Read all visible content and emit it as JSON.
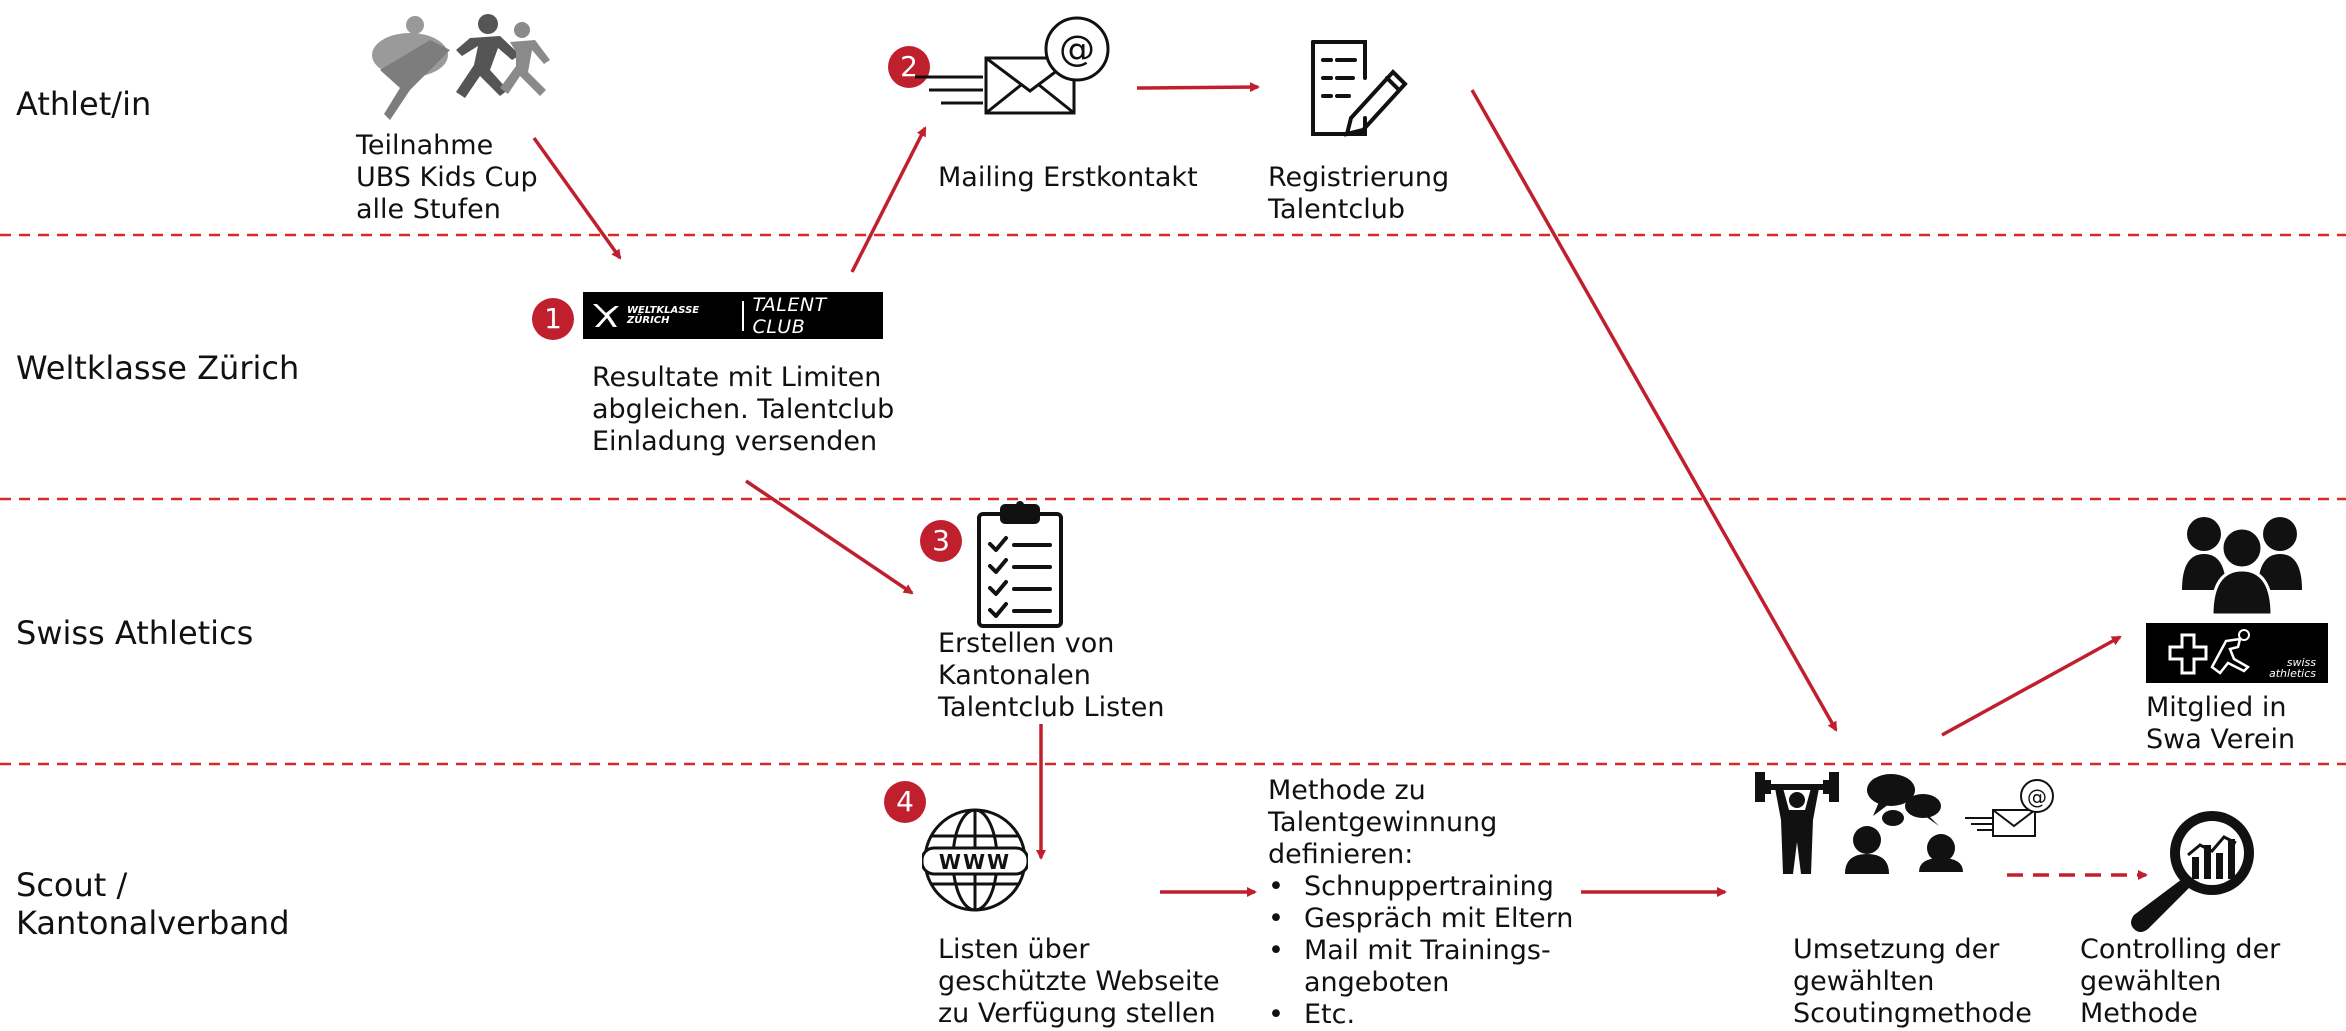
{
  "lanes": [
    {
      "label": "Athlet/in"
    },
    {
      "label": "Weltklasse Zürich"
    },
    {
      "label": "Swiss Athletics"
    },
    {
      "label_lines": [
        "Scout /",
        "Kantonalverband"
      ]
    }
  ],
  "badges": [
    "1",
    "2",
    "3",
    "4"
  ],
  "logos": {
    "talent_club": {
      "left_lines": [
        "WELTKLASSE",
        "ZÜRICH"
      ],
      "right": "TALENT CLUB"
    },
    "swiss_athletics": {
      "lines": [
        "swiss",
        "athletics"
      ]
    }
  },
  "nodes": {
    "teilnahme": [
      "Teilnahme",
      "UBS Kids Cup",
      "alle Stufen"
    ],
    "mailing": [
      "Mailing Erstkontakt"
    ],
    "registrierung": [
      "Registrierung",
      "Talentclub"
    ],
    "resultate": [
      "Resultate mit Limiten",
      "abgleichen. Talentclub",
      "Einladung versenden"
    ],
    "erstellen": [
      "Erstellen von",
      "Kantonalen",
      "Talentclub Listen"
    ],
    "mitglied": [
      "Mitglied in",
      "Swa Verein"
    ],
    "listen": [
      "Listen über",
      "geschützte Webseite",
      "zu Verfügung stellen"
    ],
    "methode": {
      "intro": [
        "Methode zu",
        "Talentgewinnung",
        "definieren:"
      ],
      "bullet_char": "•",
      "bullets": [
        [
          "Schnuppertraining"
        ],
        [
          "Gespräch mit Eltern"
        ],
        [
          "Mail mit Trainings-",
          "angeboten"
        ],
        [
          "Etc."
        ]
      ]
    },
    "umsetzung": [
      "Umsetzung der",
      "gewählten",
      "Scoutingmethode"
    ],
    "controlling": [
      "Controlling der",
      "gewählten",
      "Methode"
    ]
  },
  "icons": {
    "mail_at": "@",
    "web": "WWW"
  },
  "colors": {
    "accent": "#c0202e",
    "divider": "#d42a2a",
    "icon": "#111111"
  }
}
